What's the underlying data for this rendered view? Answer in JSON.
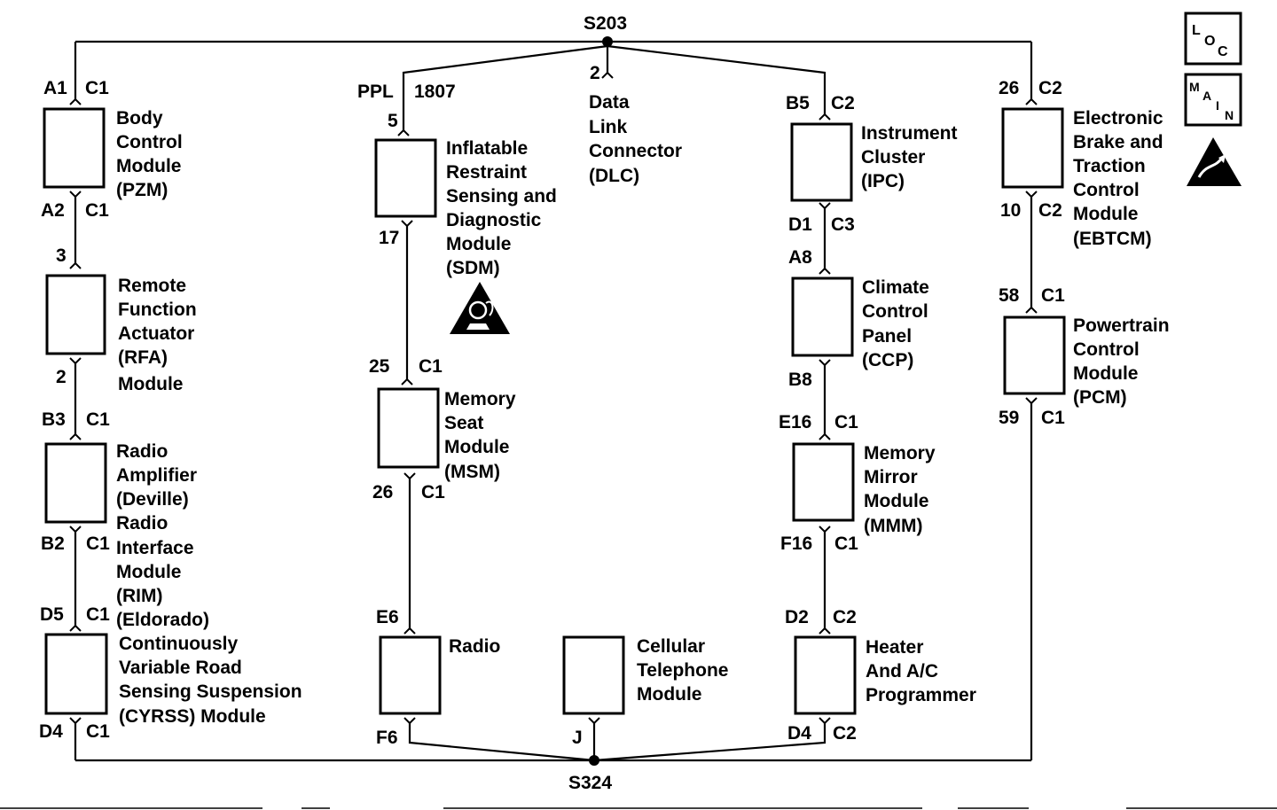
{
  "splices": {
    "top": "S203",
    "bottom": "S324"
  },
  "dlc": {
    "pin": "2",
    "name_lines": [
      "Data",
      "Link",
      "Connector",
      "(DLC)"
    ]
  },
  "sdm_wire": {
    "color": "PPL",
    "circuit": "1807"
  },
  "modules": {
    "pzm": [
      "Body",
      "Control",
      "Module",
      "(PZM)"
    ],
    "rfa": [
      "Remote",
      "Function",
      "Actuator",
      "(RFA)",
      "Module"
    ],
    "radio_amp": [
      "Radio",
      "Amplifier",
      "(Deville)",
      "Radio",
      "Interface",
      "Module",
      "(RIM)",
      "(Eldorado)"
    ],
    "cvrss": [
      "Continuously",
      "Variable Road",
      "Sensing Suspension",
      "(CYRSS) Module"
    ],
    "sdm": [
      "Inflatable",
      "Restraint",
      "Sensing and",
      "Diagnostic",
      "Module",
      "(SDM)"
    ],
    "msm": [
      "Memory",
      "Seat",
      "Module",
      "(MSM)"
    ],
    "radio": [
      "Radio"
    ],
    "cell": [
      "Cellular",
      "Telephone",
      "Module"
    ],
    "ipc": [
      "Instrument",
      "Cluster",
      "(IPC)"
    ],
    "ccp": [
      "Climate",
      "Control",
      "Panel",
      "(CCP)"
    ],
    "mmm": [
      "Memory",
      "Mirror",
      "Module",
      "(MMM)"
    ],
    "hvac": [
      "Heater",
      "And A/C",
      "Programmer"
    ],
    "ebtcm": [
      "Electronic",
      "Brake and",
      "Traction",
      "Control",
      "Module",
      "(EBTCM)"
    ],
    "pcm": [
      "Powertrain",
      "Control",
      "Module",
      "(PCM)"
    ]
  },
  "pins": {
    "pzm_top": {
      "pin": "A1",
      "conn": "C1"
    },
    "pzm_bot": {
      "pin": "A2",
      "conn": "C1"
    },
    "rfa_top": {
      "pin": "3"
    },
    "rfa_bot": {
      "pin": "2"
    },
    "amp_top": {
      "pin": "B3",
      "conn": "C1"
    },
    "amp_bot": {
      "pin": "B2",
      "conn": "C1"
    },
    "cvrss_top": {
      "pin": "D5",
      "conn": "C1"
    },
    "cvrss_bot": {
      "pin": "D4",
      "conn": "C1"
    },
    "sdm_top": {
      "pin": "5"
    },
    "sdm_bot": {
      "pin": "17"
    },
    "msm_top": {
      "pin": "25",
      "conn": "C1"
    },
    "msm_bot": {
      "pin": "26",
      "conn": "C1"
    },
    "radio_top": {
      "pin": "E6"
    },
    "radio_bot": {
      "pin": "F6"
    },
    "cell_bot": {
      "pin": "J"
    },
    "ipc_top": {
      "pin": "B5",
      "conn": "C2"
    },
    "ipc_bot": {
      "pin": "D1",
      "conn": "C3"
    },
    "ccp_top": {
      "pin": "A8"
    },
    "ccp_bot": {
      "pin": "B8"
    },
    "mmm_top": {
      "pin": "E16",
      "conn": "C1"
    },
    "mmm_bot": {
      "pin": "F16",
      "conn": "C1"
    },
    "hvac_top": {
      "pin": "D2",
      "conn": "C2"
    },
    "hvac_bot": {
      "pin": "D4",
      "conn": "C2"
    },
    "ebtcm_top": {
      "pin": "26",
      "conn": "C2"
    },
    "ebtcm_bot": {
      "pin": "10",
      "conn": "C2"
    },
    "pcm_top": {
      "pin": "58",
      "conn": "C1"
    },
    "pcm_bot": {
      "pin": "59",
      "conn": "C1"
    }
  },
  "icons": {
    "loc": {
      "letters": [
        "L",
        "O",
        "C"
      ],
      "icon": "loc-icon"
    },
    "main": {
      "letters": [
        "M",
        "A",
        "I",
        "N"
      ],
      "icon": "main-icon"
    },
    "esd": {
      "icon": "esd-warning-icon"
    },
    "sdm_warning": {
      "icon": "airbag-warning-icon"
    }
  }
}
